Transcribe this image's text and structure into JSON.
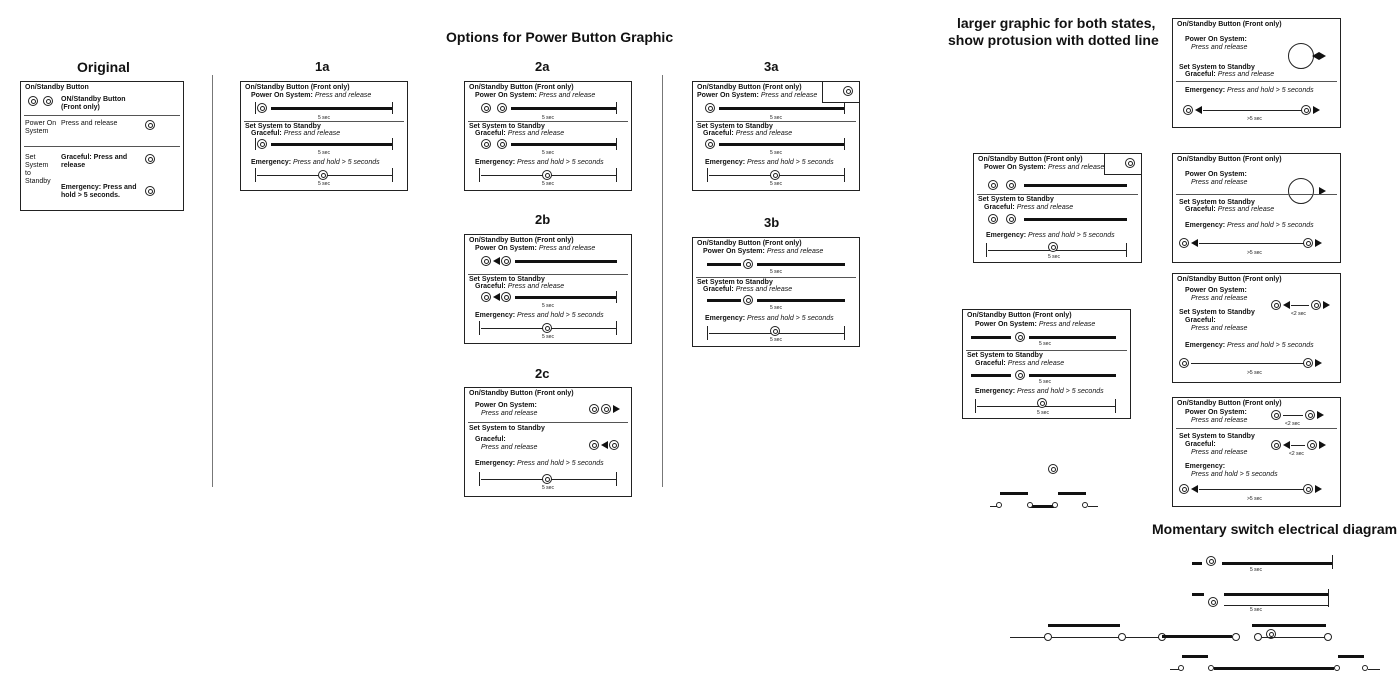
{
  "headings": {
    "main": "Options for Power Button Graphic",
    "original": "Original",
    "o1a": "1a",
    "o2a": "2a",
    "o3a": "3a",
    "o2b": "2b",
    "o3b": "3b",
    "o2c": "2c",
    "larger_line1": "larger graphic for both states,",
    "larger_line2": "show protusion with dotted line",
    "momentary": "Momentary switch electrical diagram"
  },
  "original_panel": {
    "title": "On/Standby Button",
    "button_label": "ON/Standby Button",
    "button_sub": "(Front only)",
    "power_on": "Power On",
    "system": "System",
    "press_release": "Press and release",
    "set": "Set",
    "system2": "System",
    "to": "to",
    "standby": "Standby",
    "graceful": "Graceful:  Press and",
    "release": "release",
    "emergency": "Emergency: Press and",
    "hold": "hold  > 5 seconds."
  },
  "panel": {
    "title": "On/Standby Button (Front only)",
    "title_b": "On/Standby Button (Front only)",
    "power_on": "Power On System:",
    "press_release": "Press and release",
    "set_standby": "Set System to Standby",
    "graceful": "Graceful:",
    "emergency": "Emergency:",
    "press_hold": "Press and hold  > 5 seconds",
    "five_sec": "5 sec",
    "gt_five_sec": ">5 sec",
    "lt_two_sec": "<2 sec"
  }
}
